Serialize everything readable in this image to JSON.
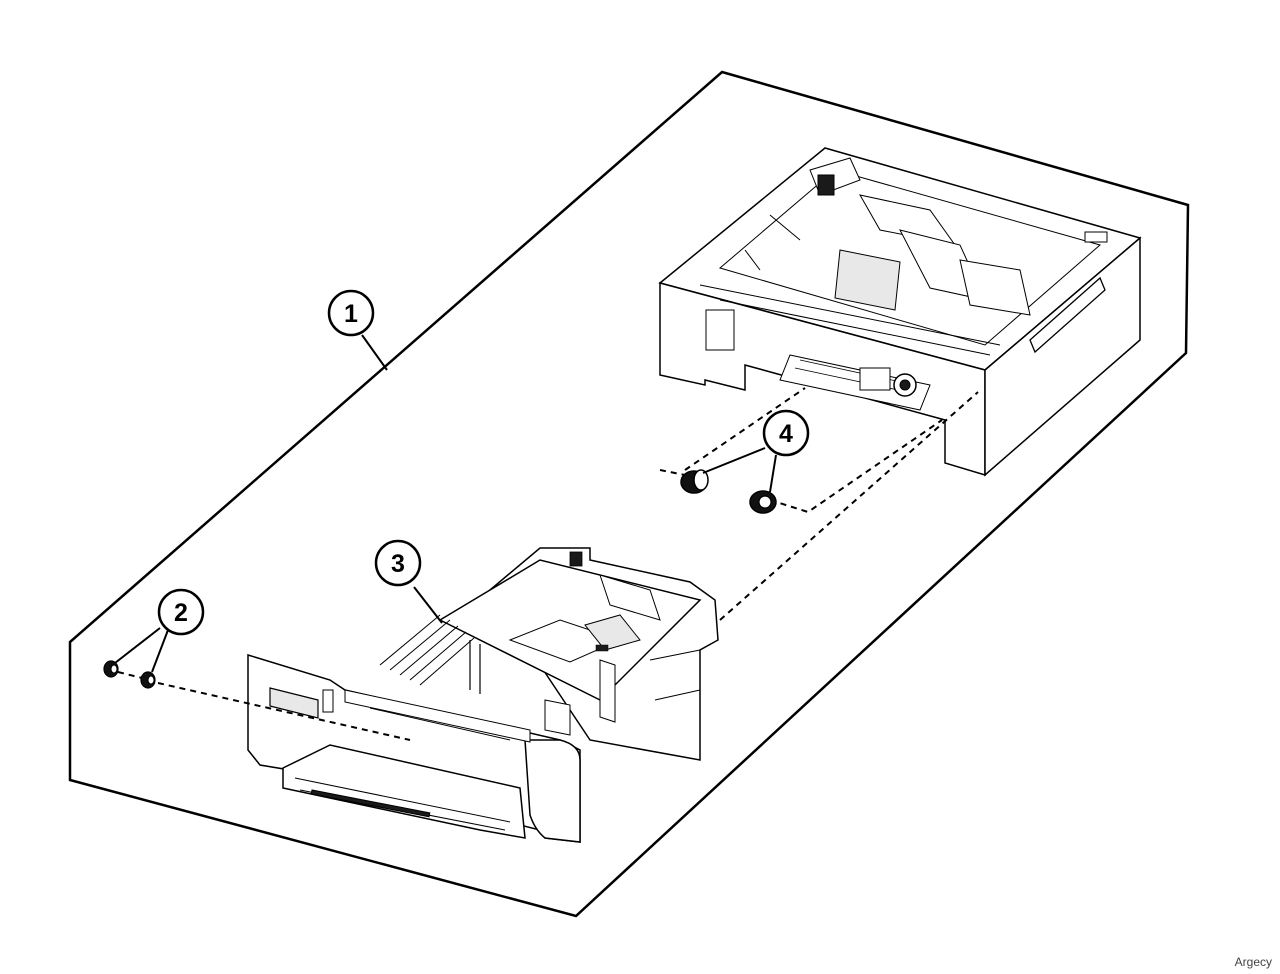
{
  "callouts": [
    {
      "id": "callout-1",
      "label": "1"
    },
    {
      "id": "callout-2",
      "label": "2"
    },
    {
      "id": "callout-3",
      "label": "3"
    },
    {
      "id": "callout-4",
      "label": "4"
    }
  ],
  "watermark": "Argecy"
}
